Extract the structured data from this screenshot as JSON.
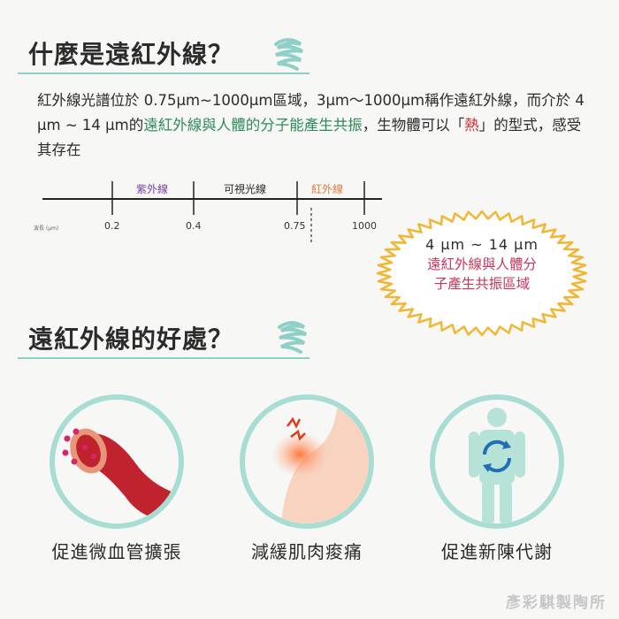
{
  "section1": {
    "title": "什麼是遠紅外線？"
  },
  "intro": {
    "part1": "紅外線光譜位於 0.75µm~1000µm區域，3µm～1000µm稱作遠紅外線，而介於 4 μm ~ 14 μm的",
    "highlight_green": "遠紅外線與人體的分子能產生共振",
    "part2": "，生物體可以「",
    "highlight_red": "熱",
    "part3": "」的型式，感受其存在"
  },
  "spectrum": {
    "wavelength_label": "波長 (µm)",
    "bands": [
      "紫外線",
      "可視光線",
      "紅外線"
    ],
    "band_colors": [
      "#7b3fa0",
      "#2b2b2b",
      "#e07a3a"
    ],
    "ticks": [
      "0.2",
      "0.4",
      "0.75",
      "1000"
    ]
  },
  "resonance": {
    "range": "4 μm ~ 14 μm",
    "line1": "遠紅外線與人體分",
    "line2": "子產生共振區域"
  },
  "section2": {
    "title": "遠紅外線的好處？"
  },
  "benefits": [
    {
      "label": "促進微血管擴張",
      "icon": "blood-vessel-icon"
    },
    {
      "label": "減緩肌肉痠痛",
      "icon": "muscle-pain-icon"
    },
    {
      "label": "促進新陳代謝",
      "icon": "metabolism-icon"
    }
  ],
  "colors": {
    "accent": "#8fd0c6",
    "circle_border": "#a8ddd4",
    "burst": "#f2b632",
    "vessel": "#c0232e"
  },
  "watermark": "彥彩騏製陶所"
}
